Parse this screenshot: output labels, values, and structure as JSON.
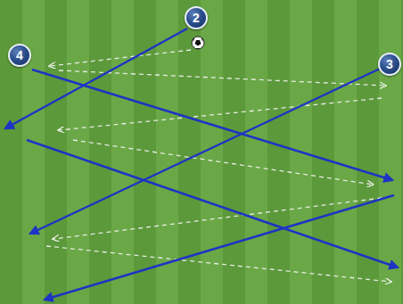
{
  "diagram": {
    "nodes": [
      {
        "text": [
          "2"
        ]
      },
      {
        "text": [
          "4"
        ]
      },
      {
        "text": [
          "3"
        ]
      }
    ]
  }
}
